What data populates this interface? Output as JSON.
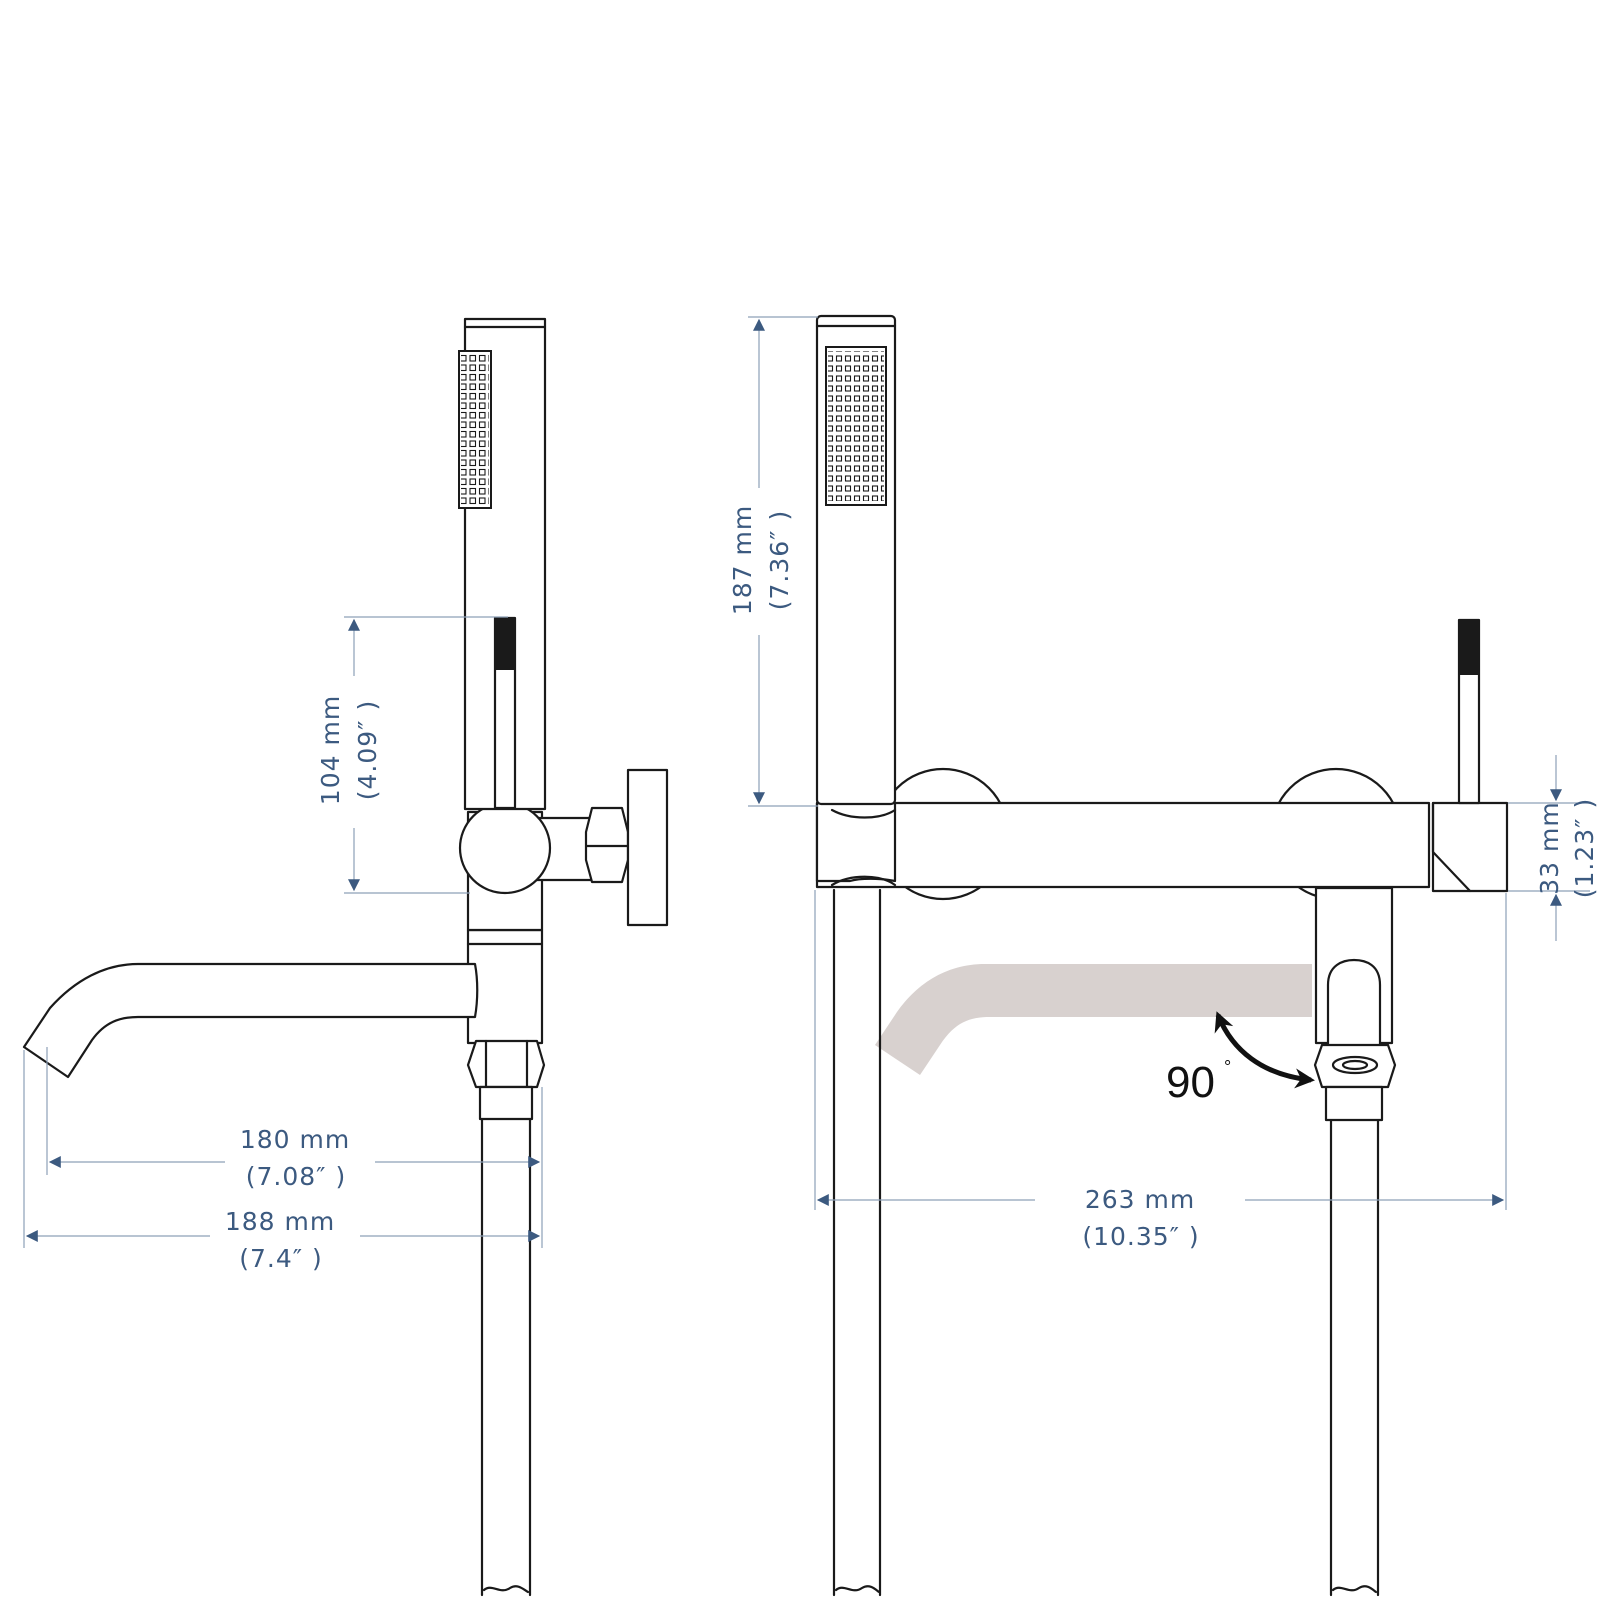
{
  "colors": {
    "line": "#1a1a1a",
    "dimension": "#3c5a80",
    "extension": "#8da0b8",
    "ghost_spout": "#d8d1cf",
    "angle_arrow": "#111111"
  },
  "dimensions": {
    "spout_inner": {
      "mm": "180 mm",
      "inch": "(7.08″ )"
    },
    "spout_outer": {
      "mm": "188 mm",
      "inch": "(7.4″ )"
    },
    "body_height": {
      "mm": "104 mm",
      "inch": "(4.09″ )"
    },
    "handshower_height": {
      "mm": "187 mm",
      "inch": "(7.36″ )"
    },
    "body_width": {
      "mm": "263 mm",
      "inch": "(10.35″ )"
    },
    "body_depth": {
      "mm": "33 mm",
      "inch": "(1.23″ )"
    }
  },
  "rotation": {
    "angle": "90",
    "unit": "°"
  }
}
